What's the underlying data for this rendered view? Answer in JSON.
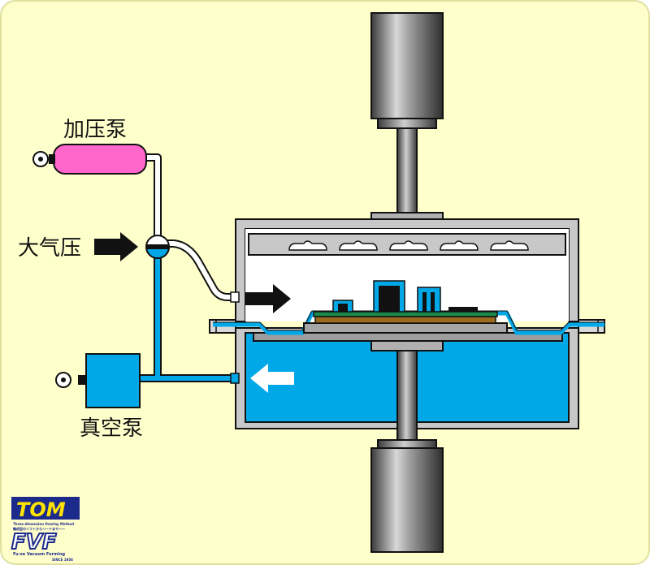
{
  "labels": {
    "pressure_pump": "加压泵",
    "atmospheric": "大气压",
    "vacuum_pump": "真空泵"
  },
  "logo": {
    "top": "TOM",
    "top_sub": "Three-dimension Overlay Method",
    "top_sub_jp": "機成型のソフトからハードまで——",
    "bottom": "FVF",
    "bottom_sub": "Fu-se Vacuum Forming",
    "since": "SINCE 1956"
  },
  "colors": {
    "background": "#ffffcc",
    "vacuum_blue": "#00a8e8",
    "pressure_pink": "#ff66cc",
    "chamber_gray": "#c8c8c8",
    "cylinder_gray": "#7a7a7a",
    "arrow_black": "#111111",
    "arrow_white": "#ffffff",
    "logo_navy": "#1c2a8c",
    "logo_yellow": "#ffe400"
  }
}
